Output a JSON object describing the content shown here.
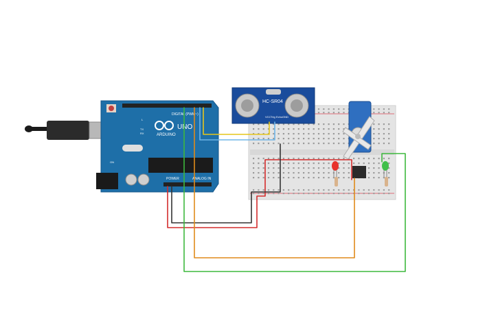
{
  "canvas": {
    "background": "#ffffff"
  },
  "arduino": {
    "brand": "ARDUINO",
    "model": "UNO",
    "digital_label": "DIGITAL (PWM~)",
    "power_label": "POWER",
    "analog_label": "ANALOG IN",
    "tx_label": "TX",
    "rx_label": "RX",
    "l_label": "L",
    "on_label": "ON",
    "board_color": "#1e6fa8"
  },
  "sensor": {
    "label": "HC-SR04",
    "pins": [
      "VCC",
      "Trig",
      "Echo",
      "GND"
    ],
    "color": "#1a4c9c"
  },
  "servo": {
    "color": "#2f6fc0"
  },
  "leds": {
    "red": "#e8322b",
    "green": "#3fbf4a"
  },
  "wires": {
    "red": "#d42b2b",
    "black": "#333333",
    "orange": "#e08a1a",
    "green": "#3db83d",
    "yellow": "#e6c619",
    "blue": "#6fb5e8"
  },
  "icons": [
    "usb-cable-icon"
  ]
}
